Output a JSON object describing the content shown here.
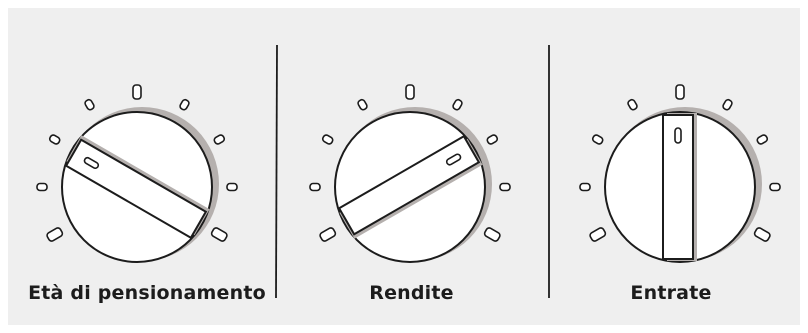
{
  "colors": {
    "background": "#efefef",
    "ink": "#1c1c1c",
    "shadow": "#b5b0ae",
    "knob": "#ffffff"
  },
  "dials": [
    {
      "label": "Età di pensionamento",
      "level": 0.25
    },
    {
      "label": "Rendite",
      "level": 0.75
    },
    {
      "label": "Entrate",
      "level": 0.5
    }
  ],
  "scale": {
    "tick_count": 9
  }
}
